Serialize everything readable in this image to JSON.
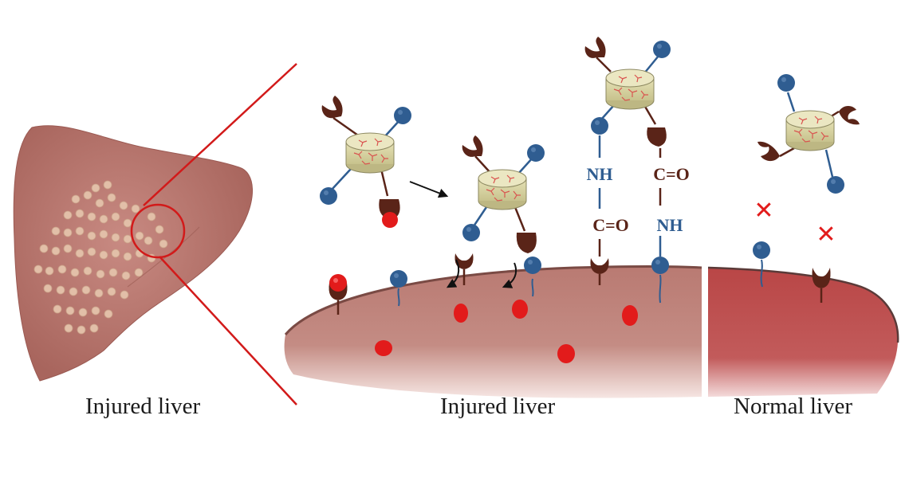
{
  "captions": {
    "left": "Injured liver",
    "middle": "Injured liver",
    "right": "Normal liver"
  },
  "chem_labels": {
    "left_upper": "NH",
    "left_lower": "C=O",
    "right_upper": "C=O",
    "right_lower": "NH"
  },
  "markers": {
    "no_binding": "✕"
  },
  "colors": {
    "injured_tissue": "#b36e68",
    "normal_tissue": "#b84a4a",
    "blue_ligand": "#2f5d91",
    "brown_receptor": "#5a2418",
    "red_marker": "#e21b1b",
    "pointer_line": "#d21a1a"
  },
  "icon_names": [
    "nanoparticle-icon",
    "blue-ligand-icon",
    "brown-receptor-icon",
    "red-dot-icon",
    "arrow-icon",
    "cross-icon"
  ]
}
